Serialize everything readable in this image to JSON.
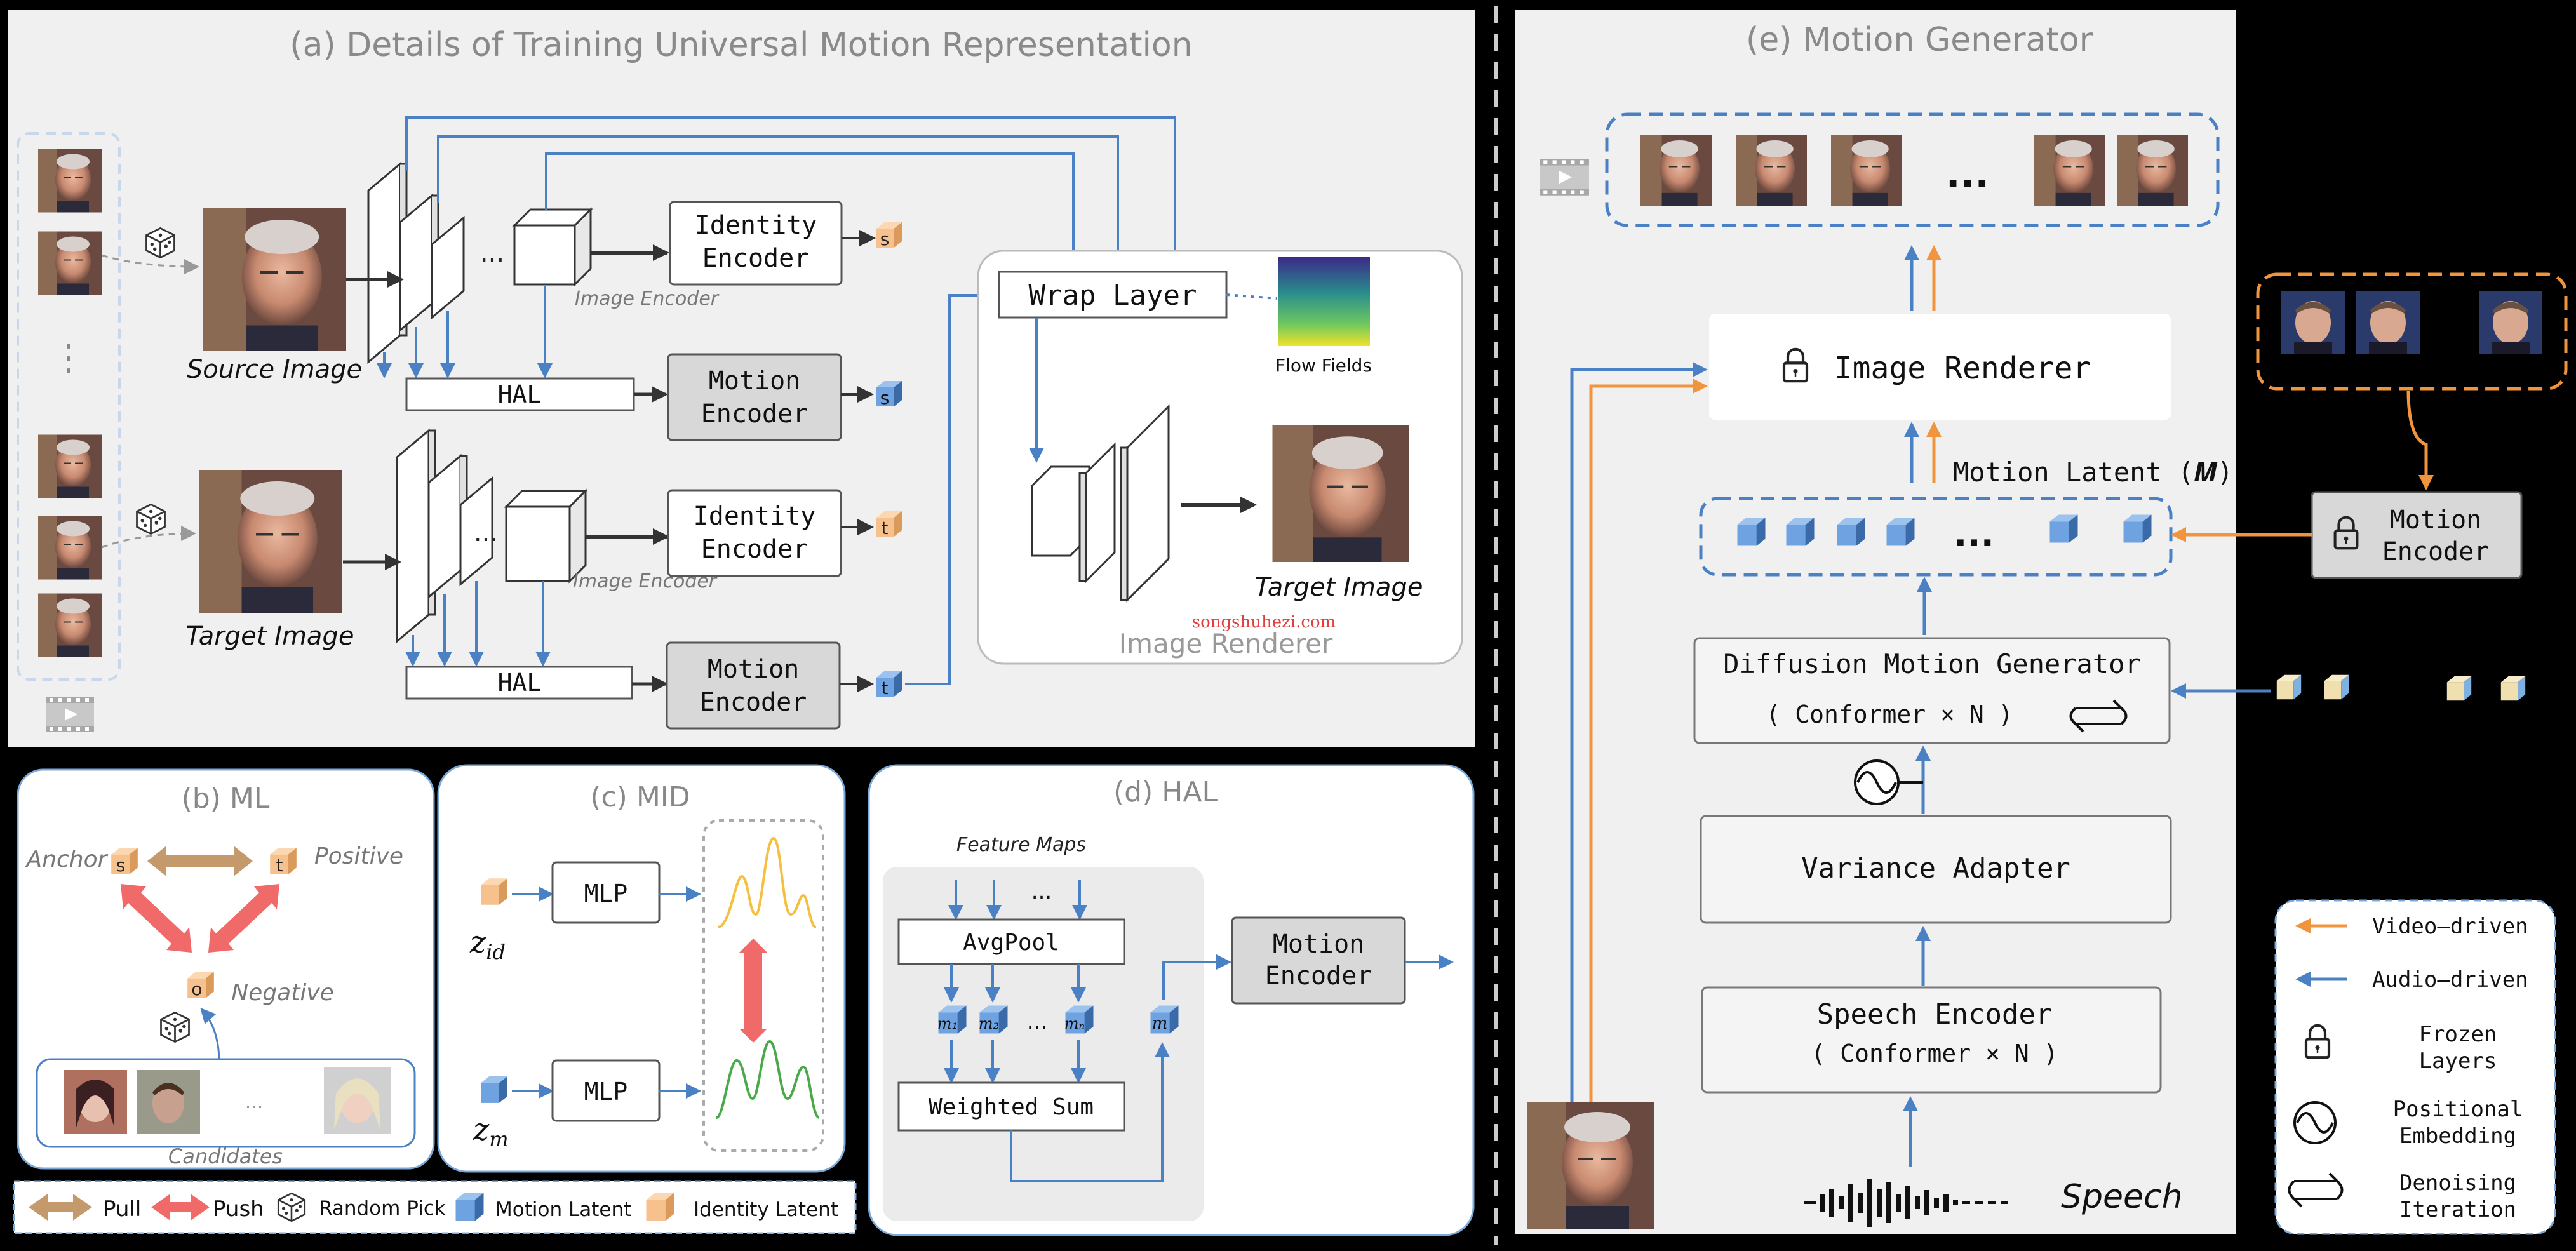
{
  "panel_a": {
    "title": "(a) Details of Training Universal Motion Representation",
    "source_image": "Source Image",
    "target_image_left": "Target Image",
    "target_image_right": "Target Image",
    "identity_encoder": "Identity Encoder",
    "motion_encoder": "Motion Encoder",
    "hal": "HAL",
    "image_encoder": "Image Encoder",
    "wrap_layer": "Wrap Layer",
    "flow_fields": "Flow Fields",
    "image_renderer": "Image Renderer",
    "watermark": "songshuhezi.com",
    "token_s": "s",
    "token_t": "t",
    "dots": "...",
    "vdots": "⋮"
  },
  "panel_b": {
    "title": "(b) ML",
    "anchor": "Anchor",
    "positive": "Positive",
    "negative": "Negative",
    "token_s": "s",
    "token_t": "t",
    "token_o": "o",
    "candidates": "Candidates",
    "dots": "..."
  },
  "panel_c": {
    "title": "(c) MID",
    "mlp": "MLP",
    "z_id_base": "z",
    "z_id_sub": "id",
    "z_m_base": "z",
    "z_m_sub": "m"
  },
  "panel_d": {
    "title": "(d) HAL",
    "feature_maps": "Feature Maps",
    "avgpool": "AvgPool",
    "weighted_sum": "Weighted Sum",
    "motion_encoder": "Motion Encoder",
    "m1": "m₁",
    "m2": "m₂",
    "mn": "mₙ",
    "m": "m",
    "dots": "..."
  },
  "panel_e": {
    "title": "(e) Motion Generator",
    "image_renderer": "Image Renderer",
    "motion_latent": "Motion Latent (𝑴)",
    "diffusion": "Diffusion Motion Generator",
    "conformer": "( Conformer × N )",
    "variance_adapter": "Variance Adapter",
    "speech_encoder": "Speech Encoder",
    "speech": "Speech",
    "motion_encoder": "Motion Encoder",
    "dots": "..."
  },
  "legend_bottom": {
    "pull": "Pull",
    "push": "Push",
    "random_pick": "Random Pick",
    "motion_latent": "Motion Latent",
    "identity_latent": "Identity Latent"
  },
  "legend_right": {
    "video_driven": "Video–driven",
    "audio_driven": "Audio–driven",
    "frozen": "Frozen Layers",
    "positional": "Positional Embedding",
    "denoising": "Denoising Iteration"
  },
  "colors": {
    "blue": "#4a80c4",
    "orange": "#f0943e",
    "pull": "#c49a6c",
    "push": "#f06a6a",
    "panel_bg": "#f0f0f0",
    "identity_cube": "#f7c18d",
    "motion_cube": "#6fa2e0"
  }
}
